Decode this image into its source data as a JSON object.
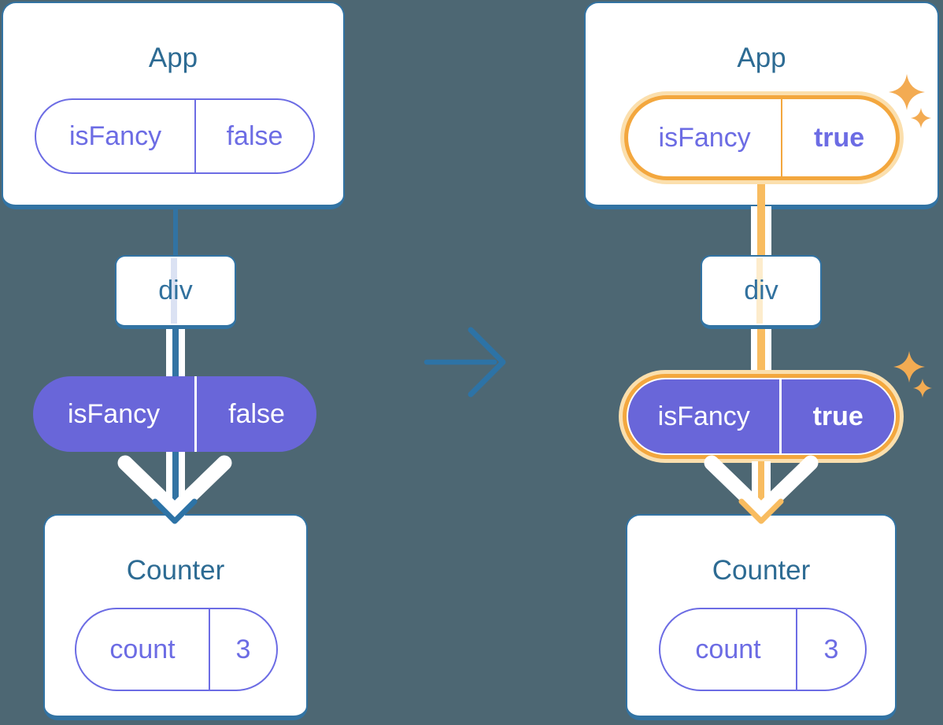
{
  "colors": {
    "background": "#4d6773",
    "card-bg": "#ffffff",
    "card-border": "#3273a3",
    "title-text": "#2d6b93",
    "div-text": "#31719e",
    "purple": "#6c6ce4",
    "purple-fill": "#6966d9",
    "thread-blue": "#3273a3",
    "thread-blue-faded": "#dbe2f3",
    "orange": "#f3a73e",
    "orange-thread": "#f8bc60",
    "orange-faded": "#fdeccc",
    "cream": "#fbdfad",
    "arrow-blue": "#2d73a6",
    "sparkle-orange": "#f3ab52"
  },
  "transition": {
    "icon": "arrow-right-icon"
  },
  "diagrams": {
    "left": {
      "app": {
        "title": "App",
        "state_key": "isFancy",
        "state_value": "false"
      },
      "div_label": "div",
      "passed_prop": {
        "key": "isFancy",
        "value": "false"
      },
      "counter": {
        "title": "Counter",
        "state_key": "count",
        "state_value": "3"
      }
    },
    "right": {
      "app": {
        "title": "App",
        "state_key": "isFancy",
        "state_value": "true"
      },
      "div_label": "div",
      "passed_prop": {
        "key": "isFancy",
        "value": "true"
      },
      "counter": {
        "title": "Counter",
        "state_key": "count",
        "state_value": "3"
      }
    }
  }
}
